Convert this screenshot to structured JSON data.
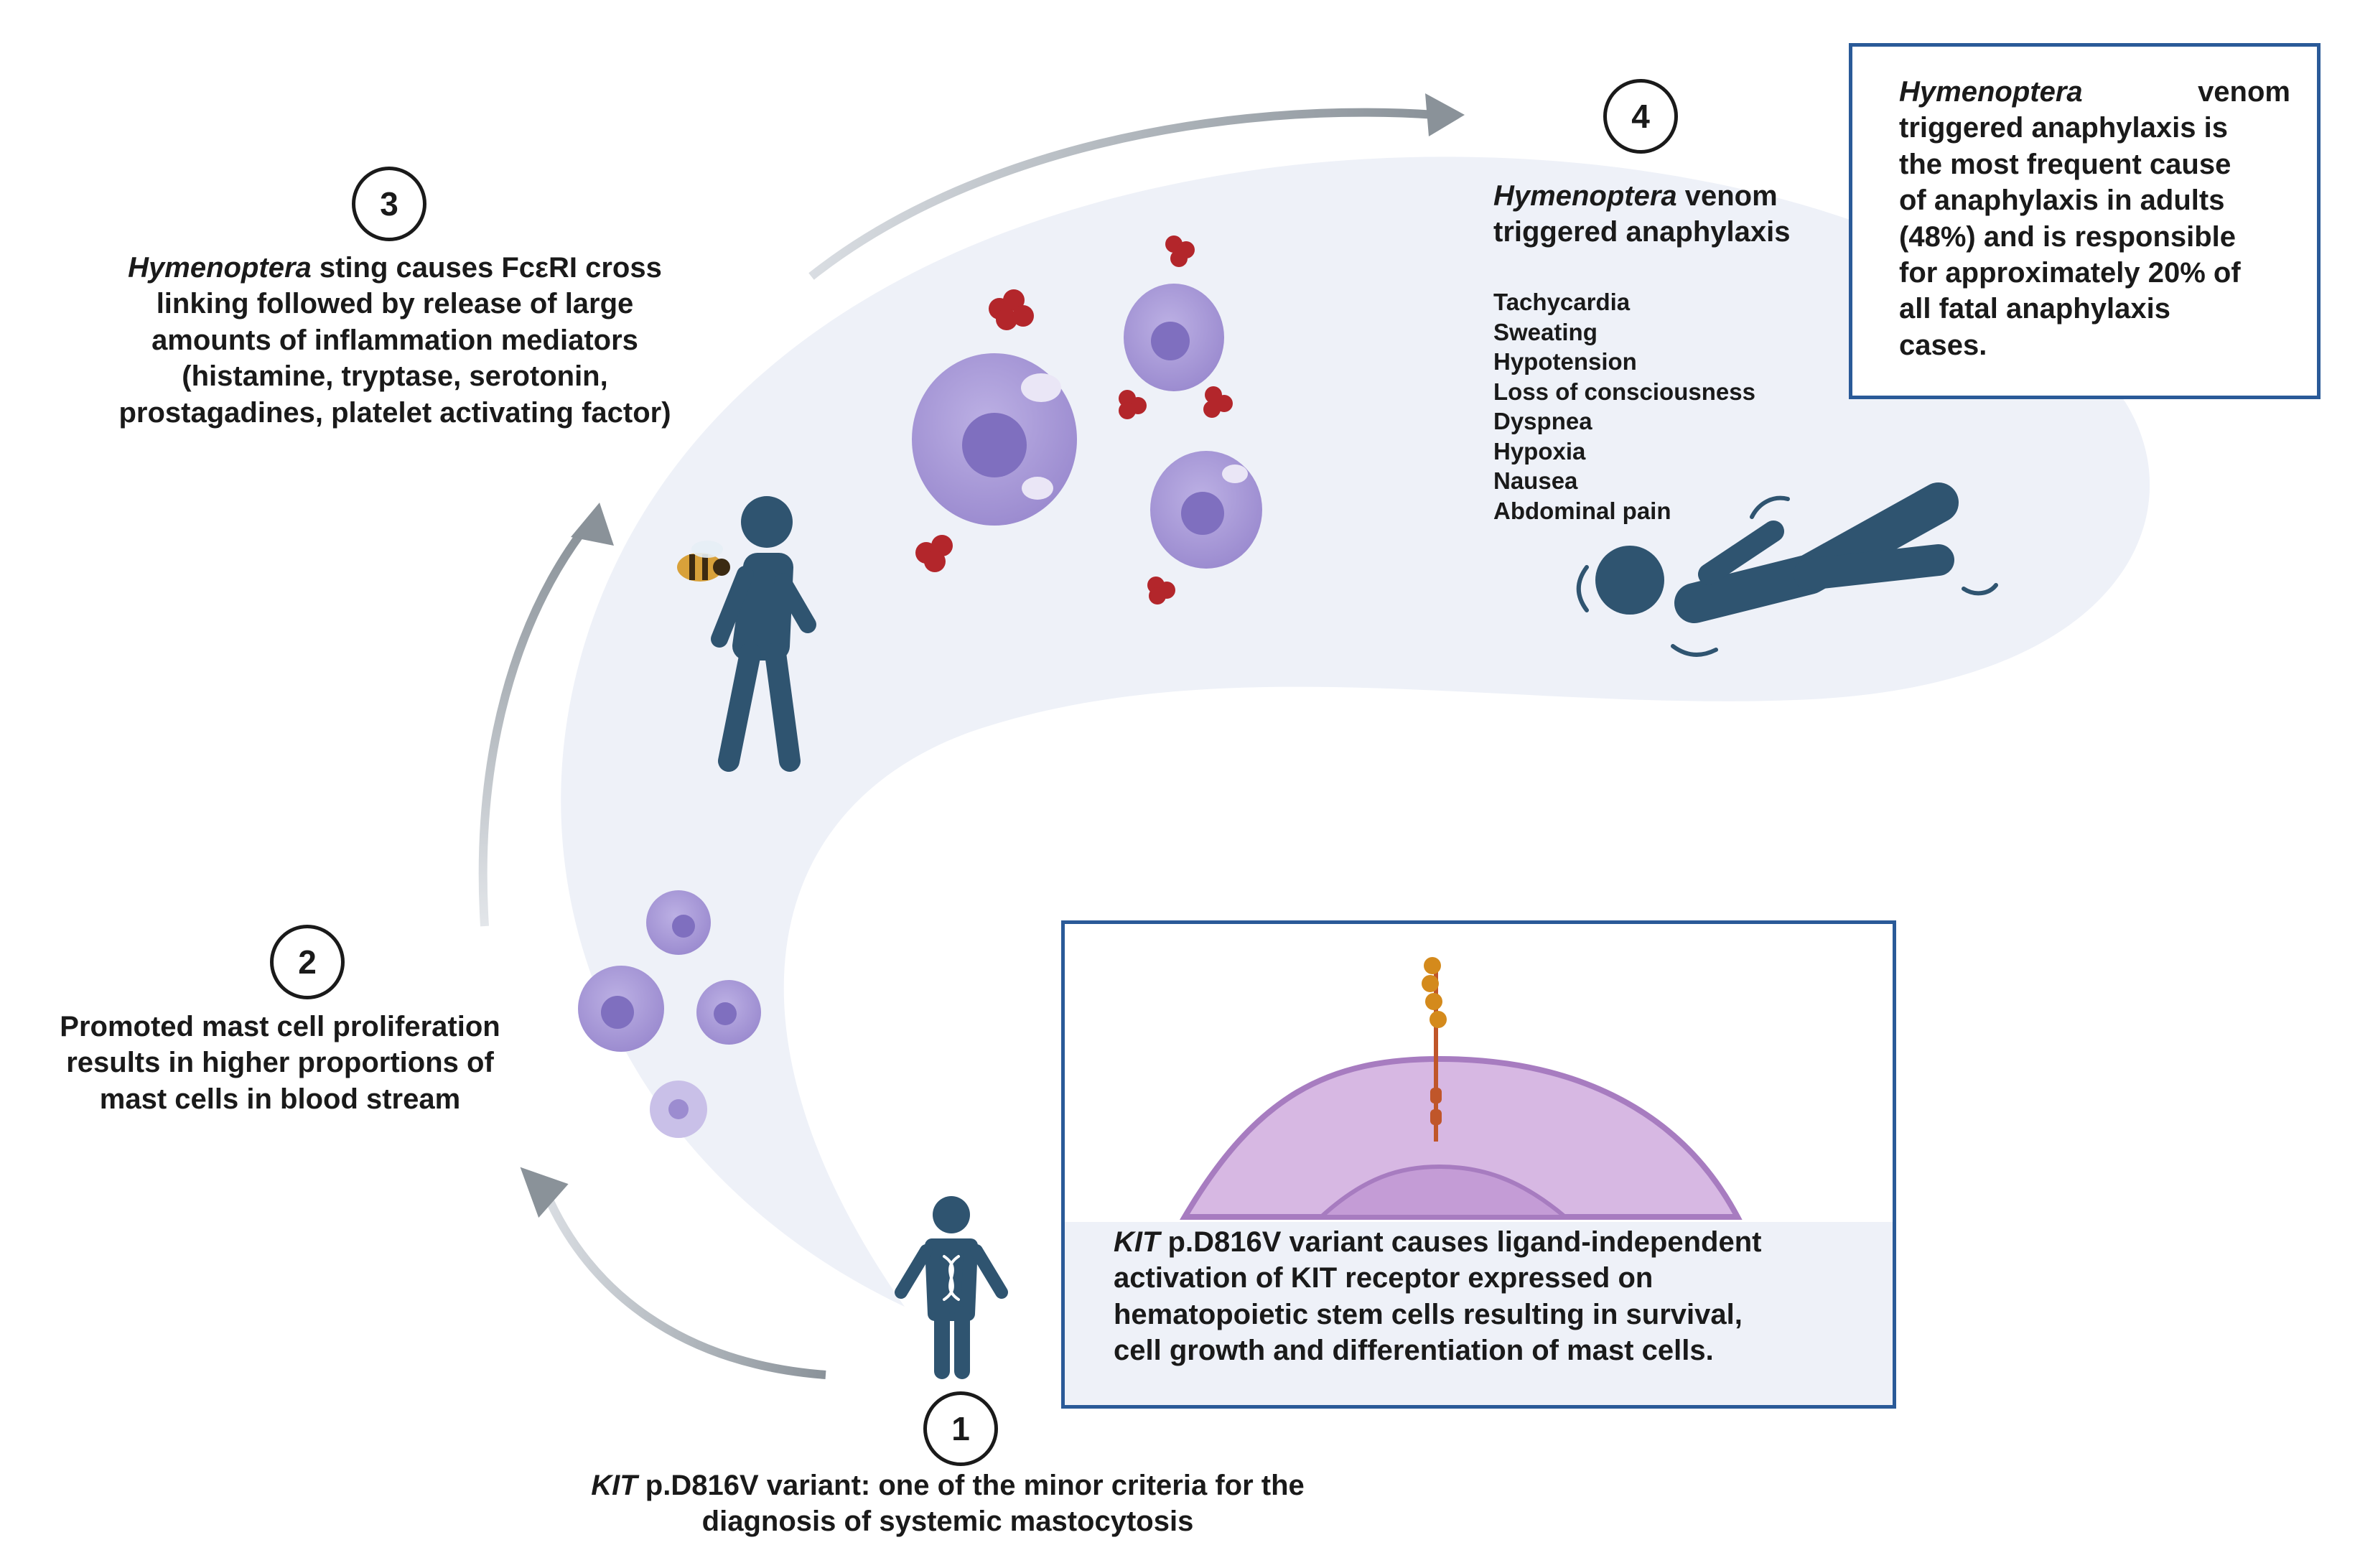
{
  "step1": {
    "number": "1",
    "text_italic": "KIT",
    "text_rest": " p.D816V variant: one of the minor criteria for the",
    "text_line2": "diagnosis of systemic mastocytosis"
  },
  "step2": {
    "number": "2",
    "lines": [
      "Promoted mast cell proliferation",
      "results in higher proportions of",
      "mast cells in blood stream"
    ]
  },
  "step3": {
    "number": "3",
    "line1_italic": "Hymenoptera",
    "line1_rest": " sting causes FcεRI cross",
    "lines": [
      "linking followed by release of large",
      "amounts of inflammation mediators",
      "(histamine, tryptase, serotonin,",
      "prostagadines, platelet activating factor)"
    ]
  },
  "step4": {
    "number": "4",
    "title_italic": "Hymenoptera",
    "title_rest": " venom",
    "title_line2": "triggered anaphylaxis",
    "symptoms": [
      "Tachycardia",
      "Sweating",
      "Hypotension",
      "Loss of consciousness",
      "Dyspnea",
      "Hypoxia",
      "Nausea",
      "Abdominal pain"
    ]
  },
  "info_box_top": {
    "italic": "Hymenoptera",
    "line1_rest": "venom",
    "lines": [
      "triggered anaphylaxis is",
      "the most frequent cause",
      "of anaphylaxis in adults",
      "(48%) and is responsible",
      "for approximately 20% of",
      "all fatal anaphylaxis",
      "cases."
    ]
  },
  "info_box_bottom": {
    "italic": "KIT",
    "line1_rest": " p.D816V variant causes ligand-independent",
    "lines": [
      "activation of KIT receptor expressed on",
      "hematopoietic stem cells resulting in survival,",
      "cell growth and differentiation of mast cells."
    ]
  },
  "colors": {
    "figure": "#2f5470",
    "cell_fill": "#a99bd6",
    "cell_nucleus": "#7f6fbf",
    "allergen": "#b3262b",
    "antibody": "#2f8fc0",
    "box_border": "#2a5a98",
    "background_swoosh": "#eef1f8",
    "arrow": "#8a9299"
  },
  "icons": [
    "bee-icon",
    "walking-person-icon",
    "person-with-dna-icon",
    "collapsed-person-icon",
    "mast-cell-icon",
    "kit-receptor-icon"
  ]
}
